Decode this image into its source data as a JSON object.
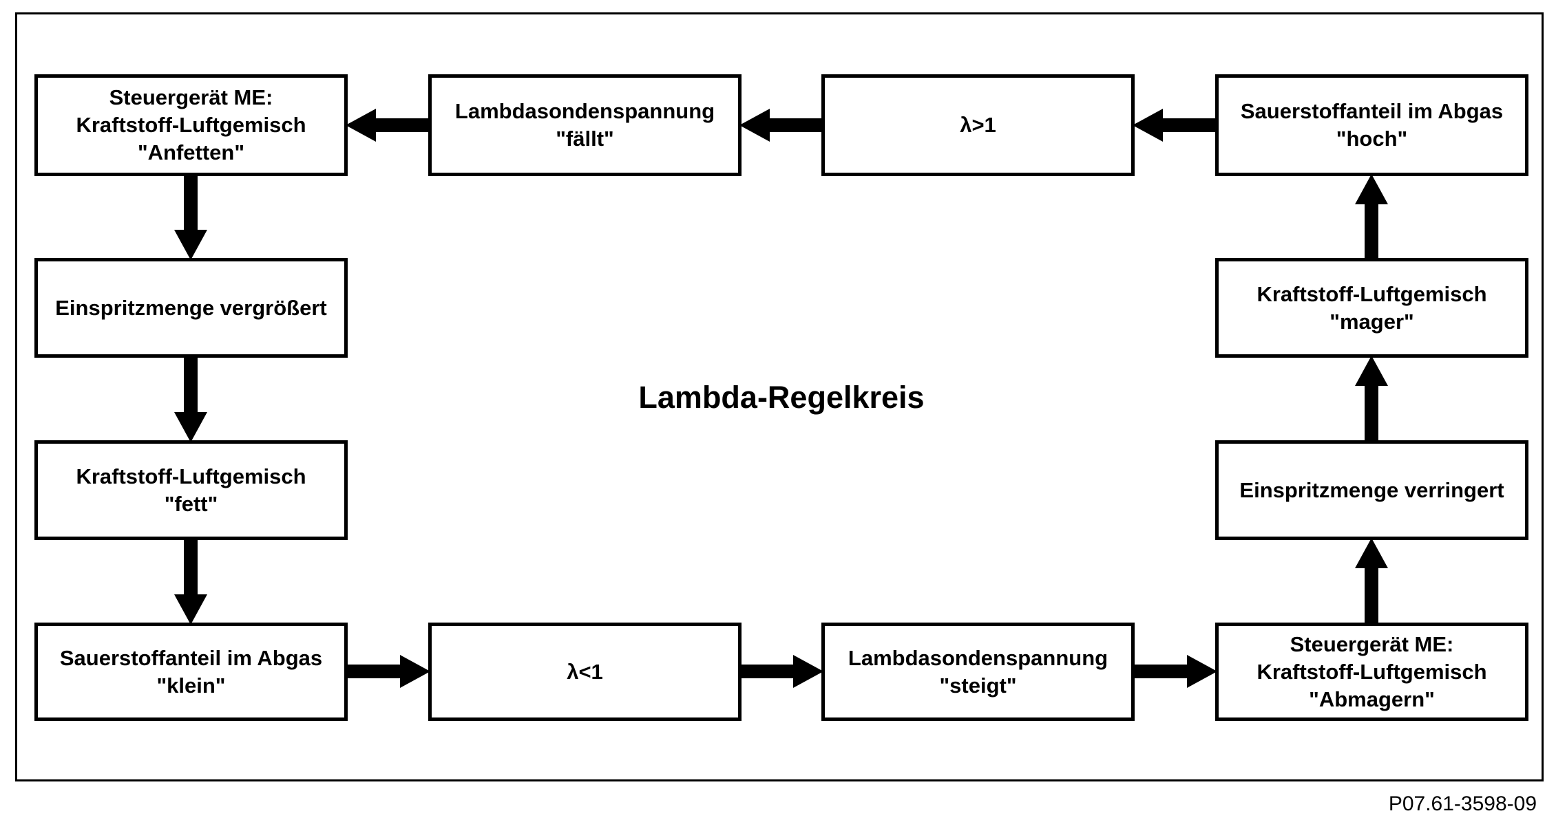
{
  "diagram": {
    "title": "Lambda-Regelkreis",
    "figure_code": "P07.61-3598-09",
    "colors": {
      "line": "#000000",
      "background": "#ffffff"
    },
    "nodes": [
      {
        "id": "steuergeraet-anfetten",
        "lines": [
          "Steuergerät ME:",
          "Kraftstoff-Luftgemisch",
          "\"Anfetten\""
        ]
      },
      {
        "id": "lambdasondenspannung-faellt",
        "lines": [
          "Lambdasondenspannung",
          "\"fällt\""
        ]
      },
      {
        "id": "lambda-groesser-1",
        "lines": [
          "λ>1"
        ]
      },
      {
        "id": "sauerstoffanteil-hoch",
        "lines": [
          "Sauerstoffanteil im Abgas",
          "\"hoch\""
        ]
      },
      {
        "id": "einspritzmenge-vergroessert",
        "lines": [
          "Einspritzmenge vergrößert"
        ]
      },
      {
        "id": "kraftstoff-luftgemisch-fett",
        "lines": [
          "Kraftstoff-Luftgemisch",
          "\"fett\""
        ]
      },
      {
        "id": "sauerstoffanteil-klein",
        "lines": [
          "Sauerstoffanteil im Abgas",
          "\"klein\""
        ]
      },
      {
        "id": "lambda-kleiner-1",
        "lines": [
          "λ<1"
        ]
      },
      {
        "id": "lambdasondenspannung-steigt",
        "lines": [
          "Lambdasondenspannung",
          "\"steigt\""
        ]
      },
      {
        "id": "steuergeraet-abmagern",
        "lines": [
          "Steuergerät ME:",
          "Kraftstoff-Luftgemisch",
          "\"Abmagern\""
        ]
      },
      {
        "id": "einspritzmenge-verringert",
        "lines": [
          "Einspritzmenge verringert"
        ]
      },
      {
        "id": "kraftstoff-luftgemisch-mager",
        "lines": [
          "Kraftstoff-Luftgemisch",
          "\"mager\""
        ]
      }
    ],
    "arrows": [
      {
        "from": "sauerstoffanteil-klein",
        "to": "lambda-kleiner-1",
        "direction": "right"
      },
      {
        "from": "lambda-kleiner-1",
        "to": "lambdasondenspannung-steigt",
        "direction": "right"
      },
      {
        "from": "lambdasondenspannung-steigt",
        "to": "steuergeraet-abmagern",
        "direction": "right"
      },
      {
        "from": "steuergeraet-abmagern",
        "to": "einspritzmenge-verringert",
        "direction": "up"
      },
      {
        "from": "einspritzmenge-verringert",
        "to": "kraftstoff-luftgemisch-mager",
        "direction": "up"
      },
      {
        "from": "kraftstoff-luftgemisch-mager",
        "to": "sauerstoffanteil-hoch",
        "direction": "up"
      },
      {
        "from": "sauerstoffanteil-hoch",
        "to": "lambda-groesser-1",
        "direction": "left"
      },
      {
        "from": "lambda-groesser-1",
        "to": "lambdasondenspannung-faellt",
        "direction": "left"
      },
      {
        "from": "lambdasondenspannung-faellt",
        "to": "steuergeraet-anfetten",
        "direction": "left"
      },
      {
        "from": "steuergeraet-anfetten",
        "to": "einspritzmenge-vergroessert",
        "direction": "down"
      },
      {
        "from": "einspritzmenge-vergroessert",
        "to": "kraftstoff-luftgemisch-fett",
        "direction": "down"
      },
      {
        "from": "kraftstoff-luftgemisch-fett",
        "to": "sauerstoffanteil-klein",
        "direction": "down"
      }
    ]
  }
}
